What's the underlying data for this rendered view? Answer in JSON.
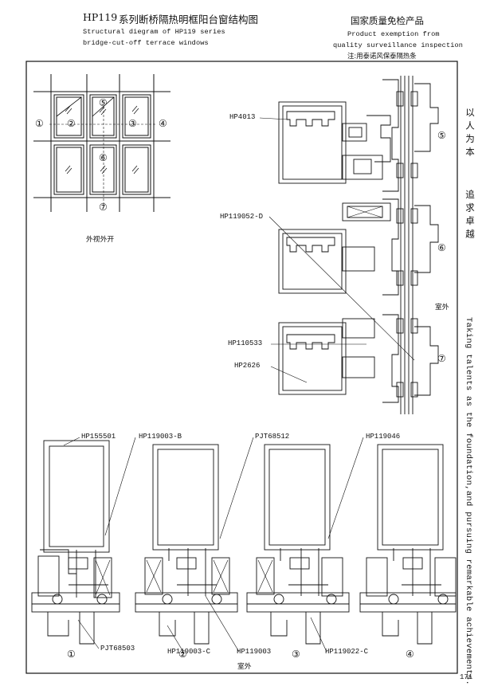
{
  "header": {
    "model": "HP119",
    "title_cn": "系列断桥隔热明框阳台窗结构图",
    "title_en_1": "Structural diegram of HP119 series",
    "title_en_2": "bridge-cut-off terrace windows",
    "cert_cn": "国家质量免检产品",
    "cert_en_1": "Product exemption from",
    "cert_en_2": "quality surveillance inspection",
    "note": "注:用泰诺风保泰隔热条"
  },
  "elevation": {
    "caption": "外视外开",
    "markers": [
      "①",
      "②",
      "③",
      "④",
      "⑤",
      "⑥",
      "⑦"
    ]
  },
  "right_sections": {
    "labels": [
      "HP4013",
      "HP119052-D",
      "HP110533",
      "HP2626"
    ],
    "markers": [
      "⑤",
      "⑥",
      "⑦"
    ],
    "outdoor": "室外"
  },
  "bottom_sections": {
    "labels_top": [
      "HP155501",
      "HP119003-B",
      "PJT68512",
      "HP119046"
    ],
    "labels_bottom": [
      "PJT68503",
      "HP119003-C",
      "HP119003",
      "HP119022-C"
    ],
    "markers": [
      "①",
      "②",
      "③",
      "④"
    ],
    "outdoor": "室外"
  },
  "slogan": {
    "cn_1": "以人为本",
    "cn_2": "追求卓越",
    "en": "Taking talents as the foundation,and pursuing remarkable achievements."
  },
  "page_number": "171"
}
